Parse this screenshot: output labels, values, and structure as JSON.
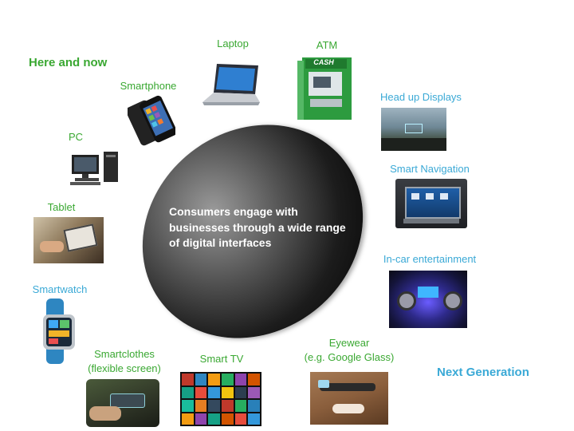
{
  "headings": {
    "here_and_now": "Here and now",
    "next_generation": "Next Generation"
  },
  "center": {
    "text": "Consumers engage with businesses through a wide range of digital interfaces"
  },
  "devices": {
    "laptop": "Laptop",
    "atm": "ATM",
    "atm_screen": "CASH",
    "smartphone": "Smartphone",
    "pc": "PC",
    "tablet": "Tablet",
    "smartwatch": "Smartwatch",
    "smartclothes": "Smartclothes\n(flexible screen)",
    "smart_tv": "Smart TV",
    "eyewear": "Eyewear\n(e.g. Google Glass)",
    "head_up_displays": "Head up Displays",
    "smart_navigation": "Smart Navigation",
    "in_car_entertainment": "In-car entertainment"
  },
  "colors": {
    "current_label": "#3aa832",
    "future_label": "#3aa9d6"
  }
}
